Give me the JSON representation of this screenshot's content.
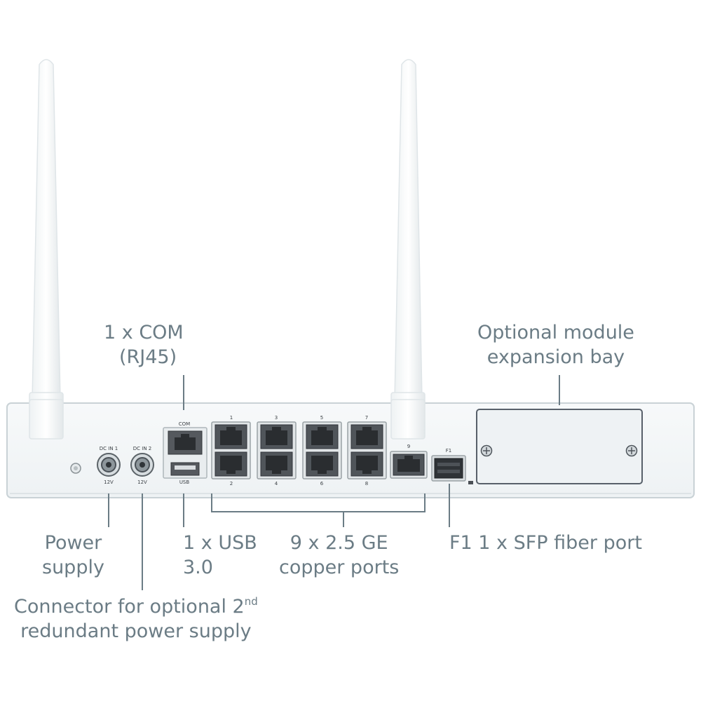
{
  "callouts": {
    "com_line1": "1 x COM",
    "com_line2": "(RJ45)",
    "bay_line1": "Optional module",
    "bay_line2": "expansion bay",
    "power_line1": "Power",
    "power_line2": "supply",
    "usb_line1": "1 x USB",
    "usb_line2": "3.0",
    "copper_line1": "9 x  2.5 GE",
    "copper_line2": "copper ports",
    "sfp_line1": "F1 1 x SFP fiber port",
    "redundant_line1": "Connector for optional 2",
    "redundant_sup": "nd",
    "redundant_line2": "redundant power supply"
  },
  "panel_labels": {
    "dc_in_1": "DC IN 1",
    "dc_in_2": "DC IN 2",
    "volt_1": "12V",
    "volt_2": "12V",
    "com": "COM",
    "usb": "USB",
    "port_1": "1",
    "port_2": "2",
    "port_3": "3",
    "port_4": "4",
    "port_5": "5",
    "port_6": "6",
    "port_7": "7",
    "port_8": "8",
    "port_9": "9",
    "sfp_f1": "F1"
  },
  "colors": {
    "callout_text": "#6b7c85",
    "leader_line": "#6b7c85",
    "chassis_fill": "#f4f7f8",
    "chassis_stroke": "#c9d2d6",
    "port_body": "#4a4f55"
  }
}
